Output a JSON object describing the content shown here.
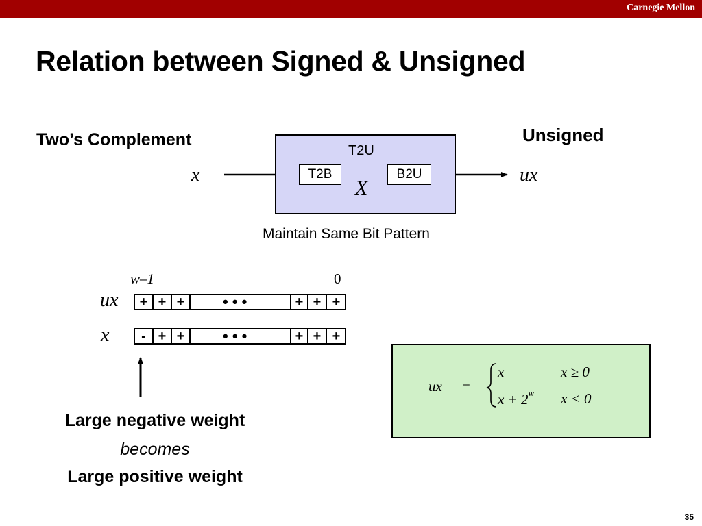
{
  "header": {
    "brand": "Carnegie Mellon"
  },
  "slide": {
    "title": "Relation between Signed & Unsigned",
    "page_number": "35"
  },
  "diagram": {
    "left_label": "Two’s Complement",
    "right_label": "Unsigned",
    "input_var": "x",
    "output_var": "ux",
    "outer_box_label": "T2U",
    "box1": "T2B",
    "box2": "B2U",
    "intermediate": "X",
    "caption": "Maintain Same Bit Pattern"
  },
  "bits": {
    "msb_index": "w–1",
    "lsb_index": "0",
    "rows": [
      {
        "label": "ux",
        "left_cells": [
          "+",
          "+",
          "+"
        ],
        "dots": "• • •",
        "right_cells": [
          "+",
          "+",
          "+"
        ]
      },
      {
        "label": "x",
        "left_cells": [
          "-",
          "+",
          "+"
        ],
        "dots": "• • •",
        "right_cells": [
          "+",
          "+",
          "+"
        ]
      }
    ]
  },
  "weight_caption": {
    "line1": "Large negative weight",
    "line2": "becomes",
    "line3": "Large positive weight"
  },
  "formula": {
    "lhs": "ux",
    "equals": "=",
    "case1_value": "x",
    "case1_condition": "x ≥ 0",
    "case2_value": "x + 2",
    "case2_exponent": "w",
    "case2_condition": "x < 0"
  }
}
